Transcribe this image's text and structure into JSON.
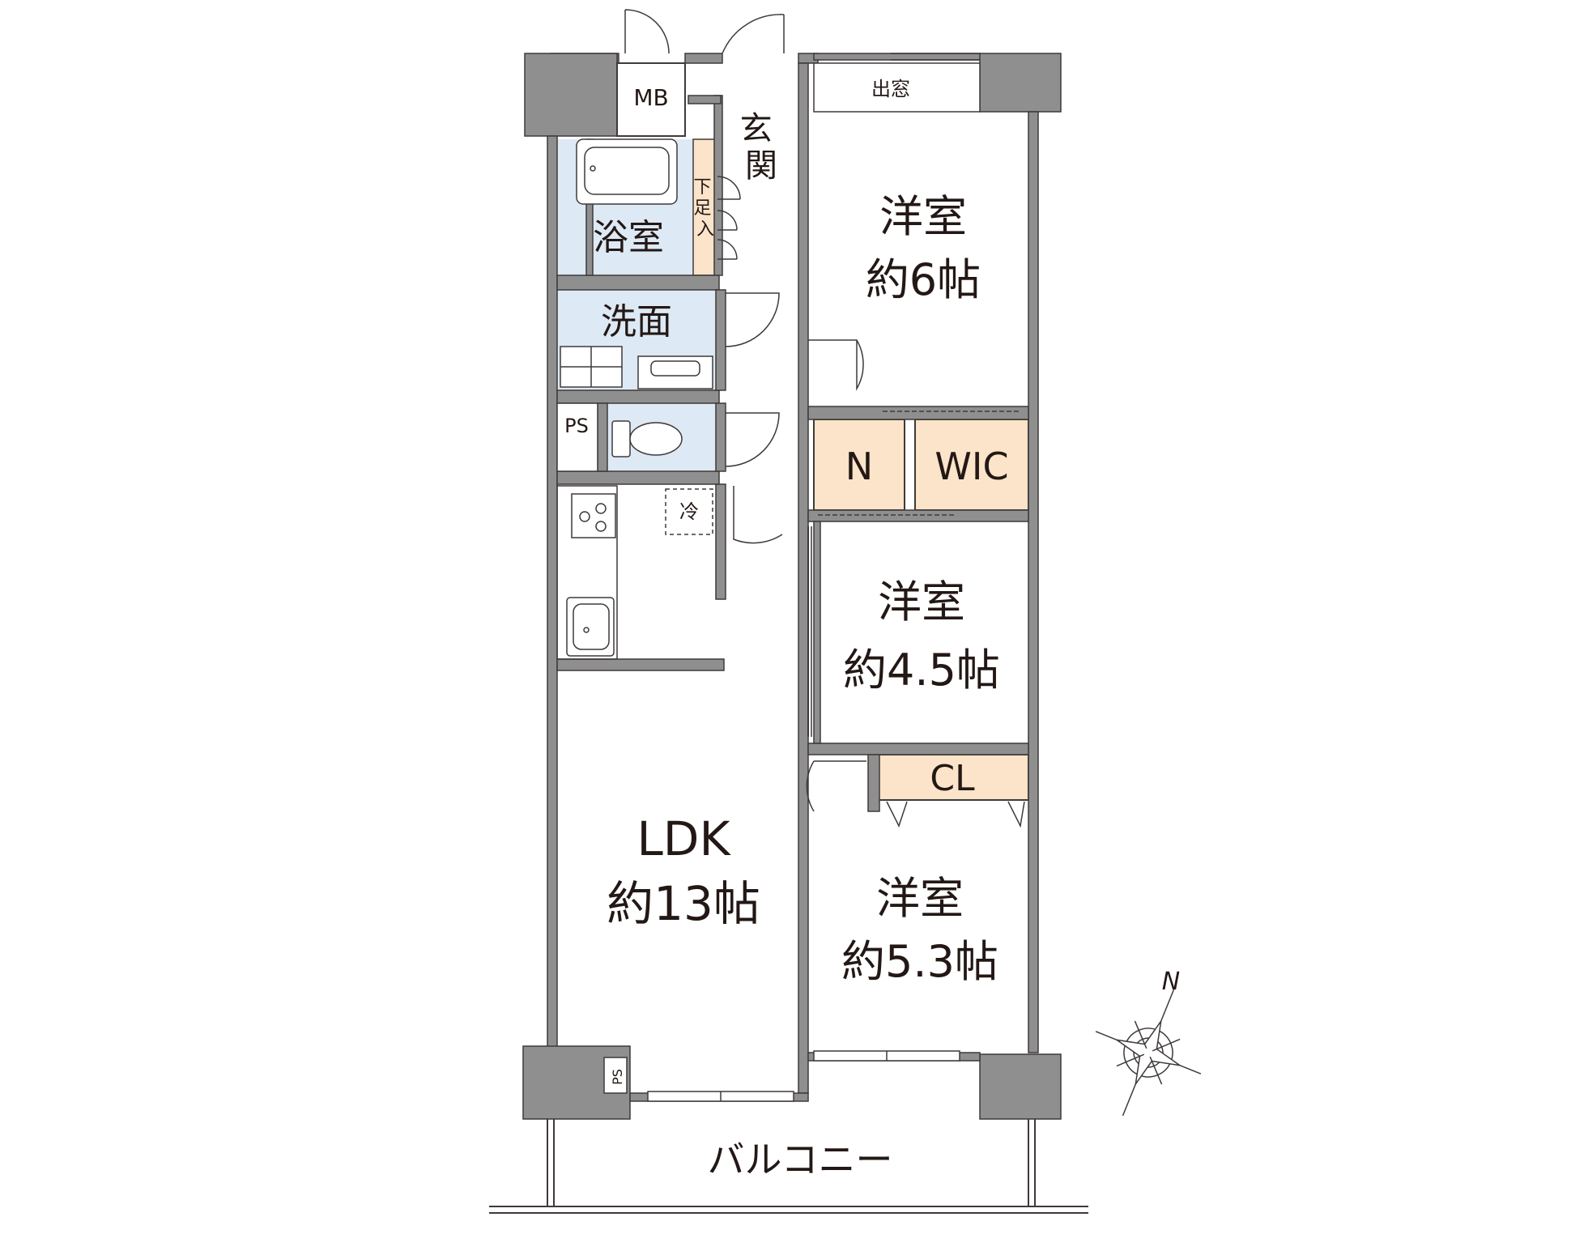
{
  "rooms": {
    "mb": "MB",
    "entrance": "玄関",
    "shoe_storage": "下足入",
    "bath": "浴室",
    "washroom": "洗面",
    "ps_upper": "PS",
    "fridge": "冷",
    "ldk_name": "LDK",
    "ldk_size": "約13帖",
    "ps_lower": "PS",
    "bay_window": "出窓",
    "room1_name": "洋室",
    "room1_size": "約6帖",
    "n_storage": "N",
    "wic": "WIC",
    "room2_name": "洋室",
    "room2_size": "約4.5帖",
    "closet": "CL",
    "room3_name": "洋室",
    "room3_size": "約5.3帖",
    "balcony": "バルコニー"
  },
  "compass": {
    "north": "N"
  },
  "colors": {
    "wall": "#8f8f8f",
    "column": "#8f8f8f",
    "wet_area": "#dde9f4",
    "storage": "#fbe4c9",
    "line": "#3e3a39"
  }
}
